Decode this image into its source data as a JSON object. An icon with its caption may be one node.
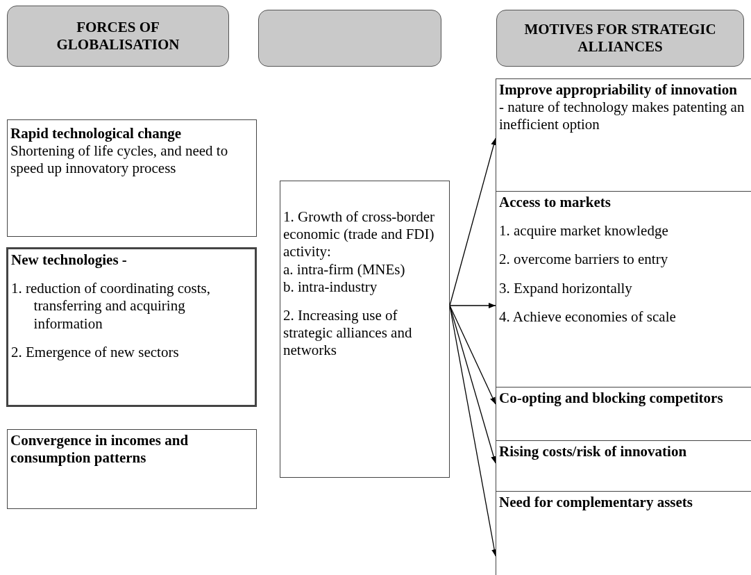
{
  "diagram": {
    "nodes": [
      {
        "text": [
          "FORCES OF GLOBALISATION"
        ]
      },
      {
        "text": [],
        "shape": "box"
      },
      {
        "text": [
          "MOTIVES FOR STRATEGIC ALLIANCES"
        ]
      },
      {
        "text": [
          "Rapid technological change",
          "Shortening of life cycles, and need to speed up innovatory process"
        ]
      },
      {
        "text": [
          "New technologies -",
          "1. reduction of coordinating costs, transferring and acquiring information",
          "2. Emergence of new sectors"
        ]
      },
      {
        "text": [
          "Convergence in incomes and consumption patterns"
        ]
      },
      {
        "text": [
          "1. Growth of cross-border economic (trade and FDI) activity:",
          "a. intra-firm (MNEs)",
          "b. intra-industry",
          "2. Increasing use of strategic alliances and networks"
        ]
      },
      {
        "text": [
          "Improve appropriability of innovation",
          "- nature of technology makes patenting an inefficient option"
        ]
      },
      {
        "text": [
          "Access to markets",
          "1. acquire market knowledge",
          "2. overcome barriers to entry",
          "3. Expand horizontally",
          "4. Achieve economies of scale"
        ]
      },
      {
        "text": [
          "Co-opting and blocking competitors"
        ]
      },
      {
        "text": [
          "Rising costs/risk of innovation"
        ]
      },
      {
        "text": [
          "Need for complementary assets"
        ]
      }
    ],
    "edges": [
      {
        "from": 6,
        "to": 7,
        "arrow": "to"
      },
      {
        "from": 6,
        "to": 8,
        "arrow": "to"
      },
      {
        "from": 6,
        "to": 9,
        "arrow": "to"
      },
      {
        "from": 6,
        "to": 10,
        "arrow": "to"
      },
      {
        "from": 6,
        "to": 11,
        "arrow": "to"
      }
    ]
  }
}
